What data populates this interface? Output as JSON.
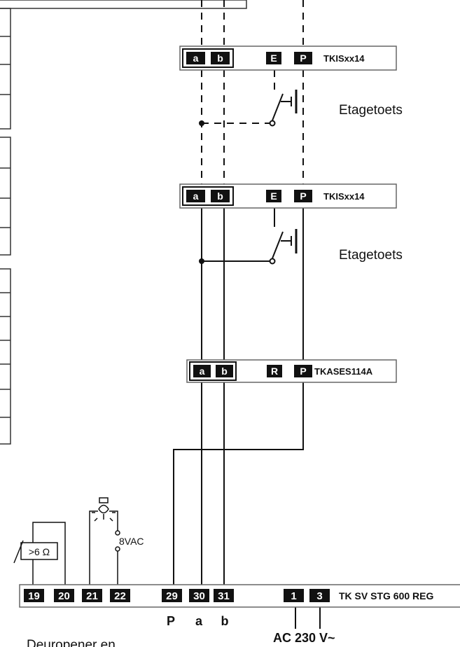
{
  "modules": [
    {
      "terminals": [
        "a",
        "b",
        "E",
        "P"
      ],
      "type": "TKISxx14"
    },
    {
      "terminals": [
        "a",
        "b",
        "E",
        "P"
      ],
      "type": "TKISxx14"
    },
    {
      "terminals": [
        "a",
        "b",
        "R",
        "P"
      ],
      "type": "TKASES114A"
    }
  ],
  "switch_labels": [
    "Etagetoets",
    "Etagetoets"
  ],
  "controller": {
    "terminals": [
      "19",
      "20",
      "21",
      "22",
      "29",
      "30",
      "31",
      "1",
      "3"
    ],
    "type": "TK SV STG 600 REG"
  },
  "bus_labels": [
    "P",
    "a",
    "b"
  ],
  "power_label": "AC 230 V~",
  "lamp_voltage": "8VAC",
  "resistor_label": ">6 Ω",
  "bottom_label": "Deuropener en",
  "colors": {
    "line": "#111111",
    "box_border": "#666666",
    "terminal_fill": "#111111"
  }
}
